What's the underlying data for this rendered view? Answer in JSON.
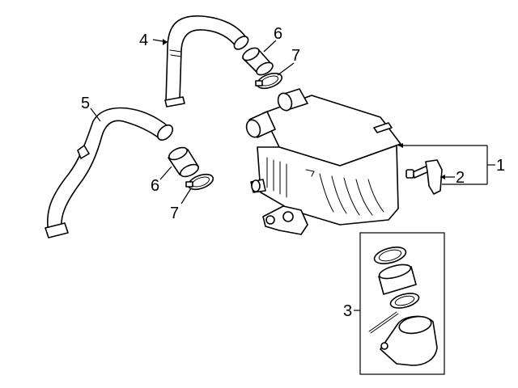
{
  "diagram": {
    "callouts": {
      "c1": "1",
      "c2": "2",
      "c3": "3",
      "c4": "4",
      "c5": "5",
      "c6a": "6",
      "c6b": "6",
      "c7a": "7",
      "c7b": "7"
    },
    "parts": [
      "intercooler",
      "sensor",
      "repair-kit",
      "upper-hose",
      "lower-hose",
      "coupler",
      "clamp"
    ],
    "colors": {
      "line": "#000000",
      "background": "#ffffff"
    }
  }
}
